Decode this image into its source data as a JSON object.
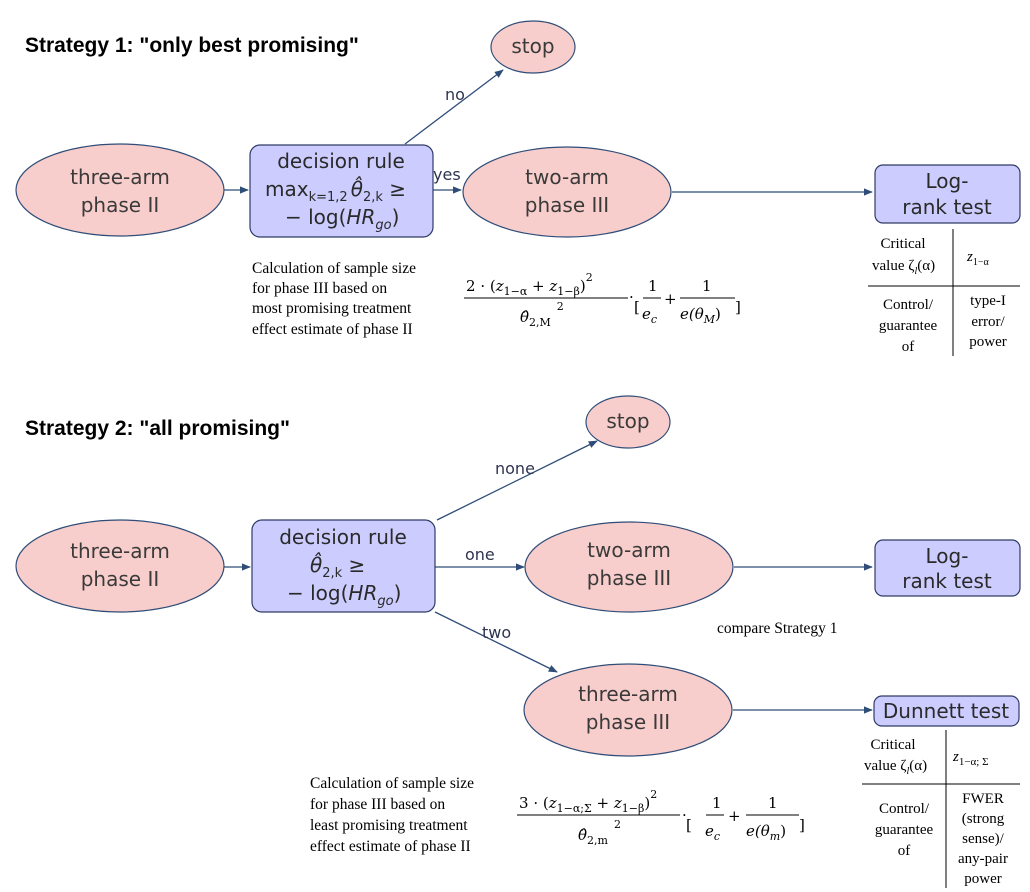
{
  "strategy1": {
    "heading": "Strategy 1: \"only best promising\"",
    "phase2": [
      "three-arm",
      "phase II"
    ],
    "decision": [
      "decision rule",
      "max",
      "k=1,2",
      "θ̂",
      "2,k",
      " ≥",
      "− log(",
      "HR",
      "go",
      ")"
    ],
    "stop": "stop",
    "label_no": "no",
    "label_yes": "yes",
    "phase3": [
      "two-arm",
      "phase III"
    ],
    "test": [
      "Log-",
      "rank test"
    ],
    "note": [
      "Calculation of sample size",
      "for phase III based on",
      "most promising treatment",
      "effect estimate of phase II"
    ],
    "formula": {
      "coef": "2",
      "z1": "z",
      "z1_sub": "1−α",
      "z2": "z",
      "z2_sub": "1−β",
      "sq": "2",
      "denom": "θ̂",
      "denom_sub": "2,M",
      "denom_sq": "2",
      "e1": "e",
      "e1_sub": "c",
      "e2": "e(θ",
      "e2_sub": "M",
      "e2_end": ")"
    },
    "table": {
      "r1c1": [
        "Critical",
        "value ζ",
        "l",
        "(α)"
      ],
      "r1c2": [
        "z",
        "1−α"
      ],
      "r2c1": [
        "Control/",
        "guarantee",
        "of"
      ],
      "r2c2": [
        "type-I",
        "error/",
        "power"
      ]
    }
  },
  "strategy2": {
    "heading": "Strategy 2: \"all promising\"",
    "phase2": [
      "three-arm",
      "phase II"
    ],
    "decision": [
      "decision rule",
      "θ̂",
      "2,k",
      " ≥",
      "− log(",
      "HR",
      "go",
      ")"
    ],
    "stop": "stop",
    "label_none": "none",
    "label_one": "one",
    "label_two": "two",
    "phase3_two": [
      "two-arm",
      "phase III"
    ],
    "phase3_three": [
      "three-arm",
      "phase III"
    ],
    "test_lr": [
      "Log-",
      "rank test"
    ],
    "test_dun": "Dunnett test",
    "compare": "compare Strategy 1",
    "note": [
      "Calculation of sample size",
      "for phase III based on",
      "least promising treatment",
      "effect estimate of phase II"
    ],
    "formula": {
      "coef": "3",
      "z1": "z",
      "z1_sub": "1−α;Σ",
      "z2": "z",
      "z2_sub": "1−β",
      "sq": "2",
      "denom": "θ̂",
      "denom_sub": "2,m",
      "denom_sq": "2",
      "e1": "e",
      "e1_sub": "c",
      "e2": "e(θ",
      "e2_sub": "m",
      "e2_end": ")"
    },
    "table": {
      "r1c1": [
        "Critical",
        "value ζ",
        "l",
        "(α)"
      ],
      "r1c2": [
        "z",
        "1−α; Σ"
      ],
      "r2c1": [
        "Control/",
        "guarantee",
        "of"
      ],
      "r2c2": [
        "FWER",
        "(strong",
        "sense)/",
        "any-pair",
        "power"
      ]
    }
  },
  "colors": {
    "ellipse_fill": "#f8cecc",
    "rect_fill": "#ccccff",
    "edge": "#2f4d78"
  }
}
